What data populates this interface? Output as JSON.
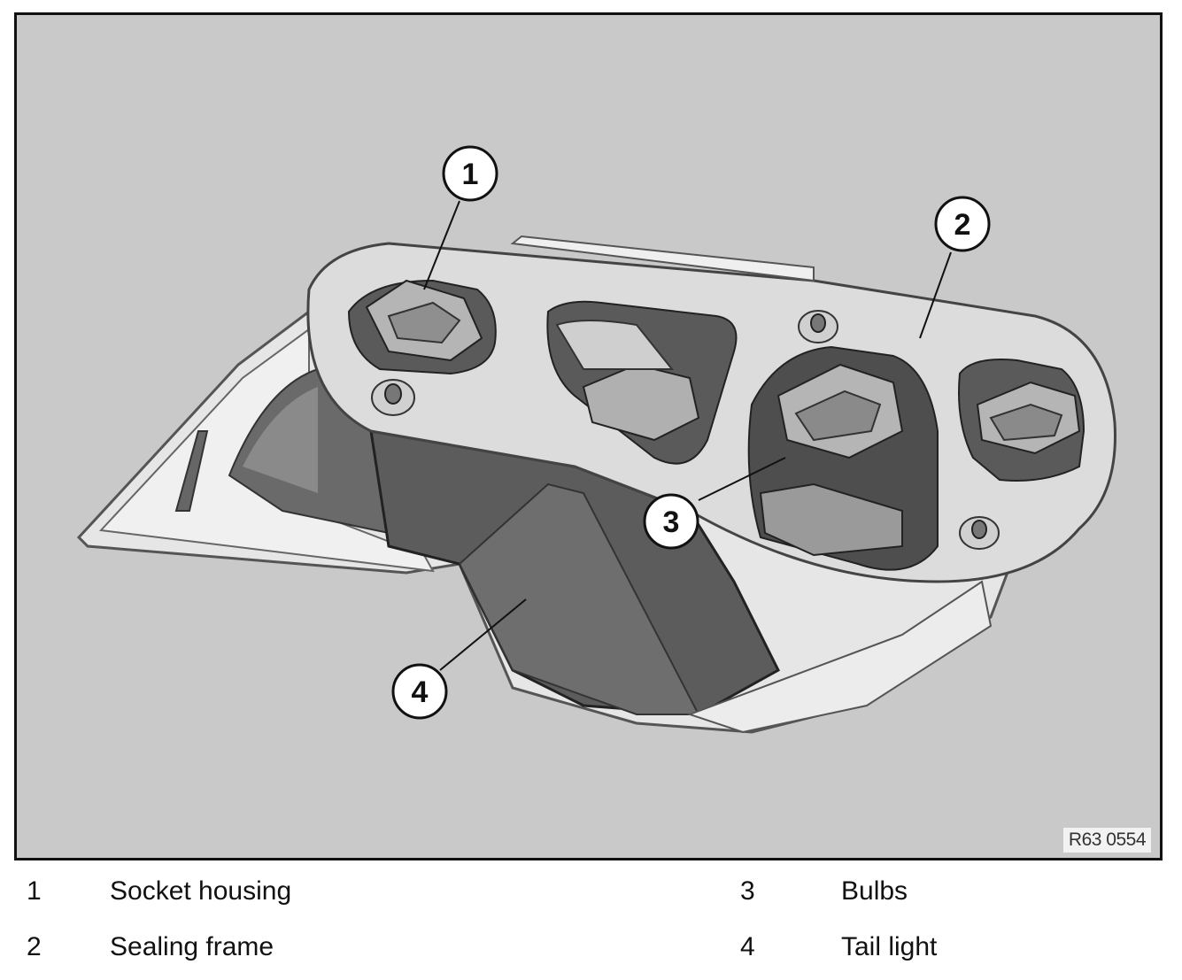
{
  "figure": {
    "code": "R63 0554",
    "callouts": [
      "1",
      "2",
      "3",
      "4"
    ]
  },
  "legend": [
    {
      "number": "1",
      "label": "Socket housing"
    },
    {
      "number": "2",
      "label": "Sealing frame"
    },
    {
      "number": "3",
      "label": "Bulbs"
    },
    {
      "number": "4",
      "label": "Tail light"
    }
  ],
  "colors": {
    "background": "#c9c9c9",
    "frame": "#111111",
    "part_light": "#e0e0e0",
    "part_dark": "#5f5f5f"
  }
}
